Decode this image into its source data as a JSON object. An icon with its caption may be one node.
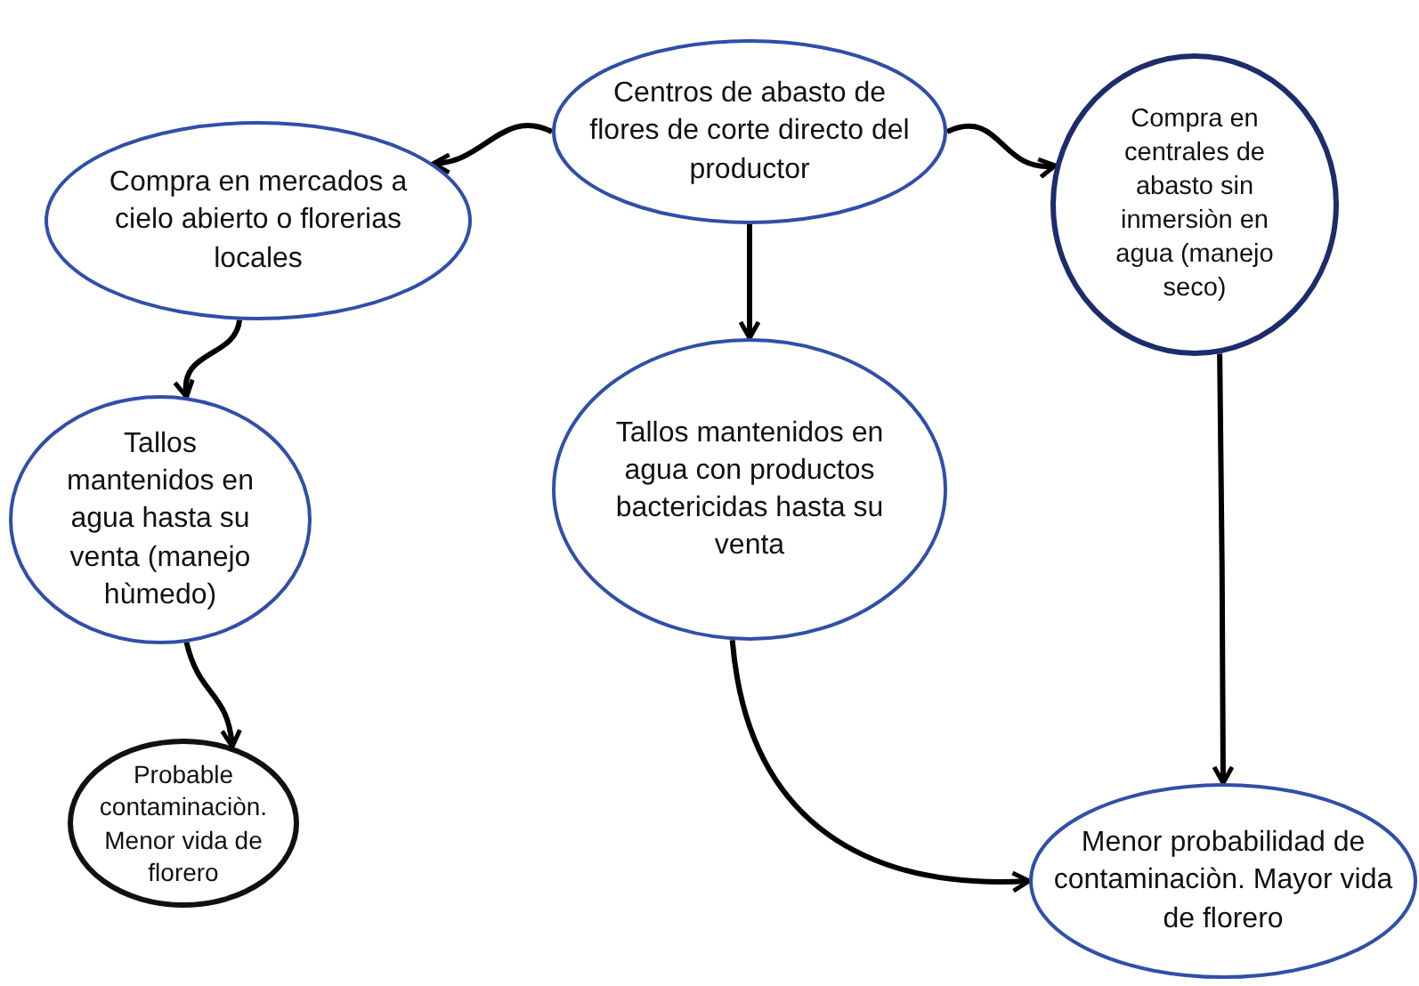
{
  "diagram": {
    "nodes": [
      {
        "text": [
          "Centros de abasto de flores de corte directo del productor"
        ]
      },
      {
        "text": [
          "Compra en mercados a cielo abierto o florerias locales"
        ]
      },
      {
        "text": [
          "Compra en centrales de abasto sin inmersiòn en agua (manejo seco)"
        ]
      },
      {
        "text": [
          "Tallos mantenidos en agua con productos bactericidas hasta su venta"
        ]
      },
      {
        "text": [
          "Tallos mantenidos en agua hasta su venta (manejo hùmedo)"
        ]
      },
      {
        "text": [
          "Probable contaminaciòn. Menor vida de florero"
        ]
      },
      {
        "text": [
          "Menor probabilidad de contaminaciòn. Mayor vida de florero"
        ]
      }
    ],
    "edges": [
      {
        "from": 0,
        "to": 1,
        "arrow": "to"
      },
      {
        "from": 0,
        "to": 3,
        "arrow": "to"
      },
      {
        "from": 0,
        "to": 2,
        "arrow": "to"
      },
      {
        "from": 1,
        "to": 4,
        "arrow": "to"
      },
      {
        "from": 4,
        "to": 5,
        "arrow": "to"
      },
      {
        "from": 3,
        "to": 6,
        "arrow": "to"
      },
      {
        "from": 2,
        "to": 6,
        "arrow": "to"
      }
    ]
  }
}
